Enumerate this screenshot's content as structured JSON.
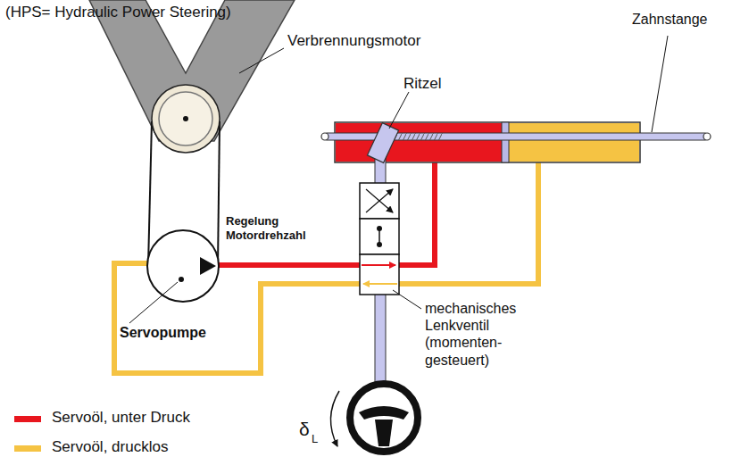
{
  "diagram": {
    "title": "(HPS= Hydraulic Power Steering)",
    "labels": [
      "Verbrennungsmotor",
      "Zahnstange",
      "Ritzel",
      "Regelung Motordrehzahl",
      "Servopumpe",
      "mechanisches Lenkventil (momenten- gesteuert)",
      "δ",
      "L"
    ],
    "legend": [
      {
        "text": "Servoöl, unter Druck",
        "color": "#e8161e"
      },
      {
        "text": "Servoöl, drucklos",
        "color": "#f5c343"
      }
    ]
  }
}
